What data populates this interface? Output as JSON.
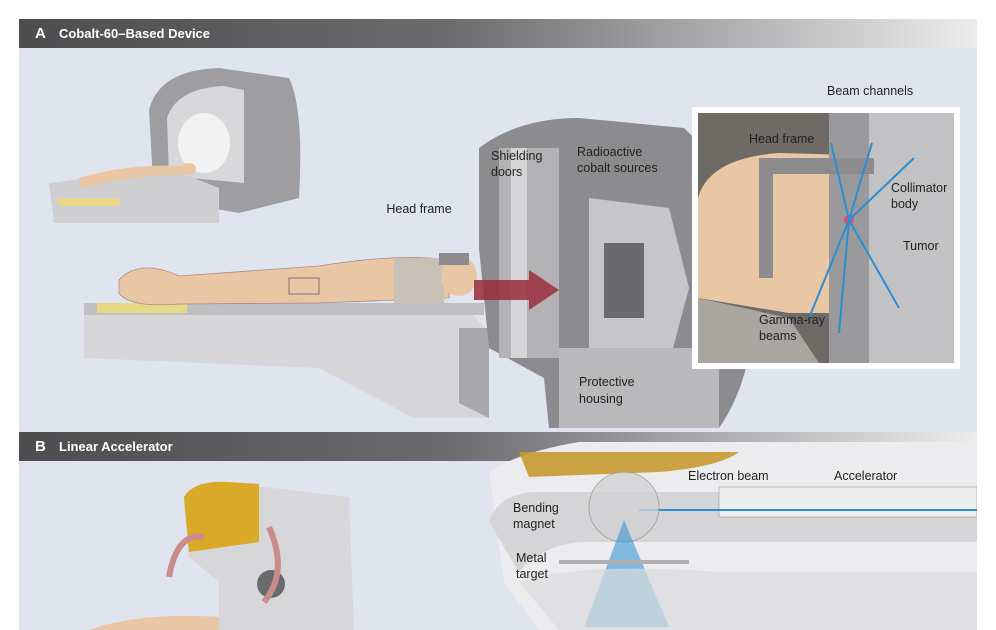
{
  "panel_a": {
    "letter": "A",
    "title": "Cobalt-60–Based Device",
    "labels": {
      "head_frame": "Head frame",
      "shielding_1": "Shielding",
      "shielding_2": "doors",
      "radioactive_1": "Radioactive",
      "radioactive_2": "cobalt sources",
      "protective_1": "Protective",
      "protective_2": "housing",
      "inset_head_frame": "Head frame",
      "beam_channels": "Beam channels",
      "collimator_1": "Collimator",
      "collimator_2": "body",
      "tumor": "Tumor",
      "gamma_1": "Gamma-ray",
      "gamma_2": "beams"
    }
  },
  "panel_b": {
    "letter": "B",
    "title": "Linear Accelerator",
    "labels": {
      "electron_beam": "Electron beam",
      "accelerator": "Accelerator",
      "bending_1": "Bending",
      "bending_2": "magnet",
      "metal_1": "Metal",
      "metal_2": "target"
    }
  },
  "colors": {
    "header_dark": "#4d4d4f",
    "background": "#dfe4ee",
    "machine_gray": "#8c8b8d",
    "arrow_red": "#9a2d3c",
    "skin": "#e9c7a4",
    "beam_blue": "#2a8fd1",
    "gantry_yellow": "#d9a928"
  }
}
